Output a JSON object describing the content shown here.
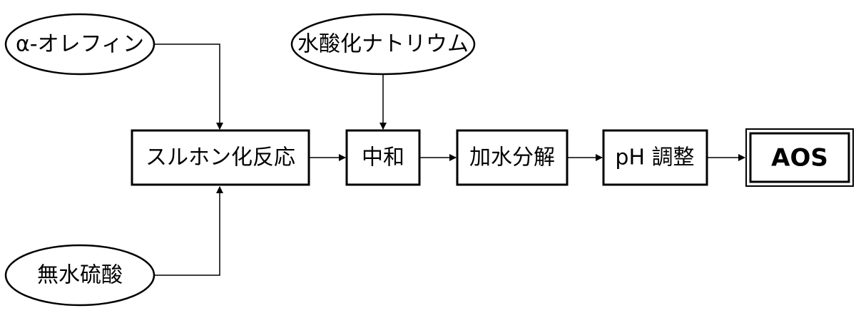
{
  "inputs": {
    "alpha_olefin": "α-オレフィン",
    "sodium_hydroxide": "水酸化ナトリウム",
    "sulfuric_anhydride": "無水硫酸"
  },
  "process": {
    "sulfonation": "スルホン化反応",
    "neutralization": "中和",
    "hydrolysis": "加水分解",
    "ph_adjustment": "pH 調整"
  },
  "product": {
    "label": "AOS"
  }
}
